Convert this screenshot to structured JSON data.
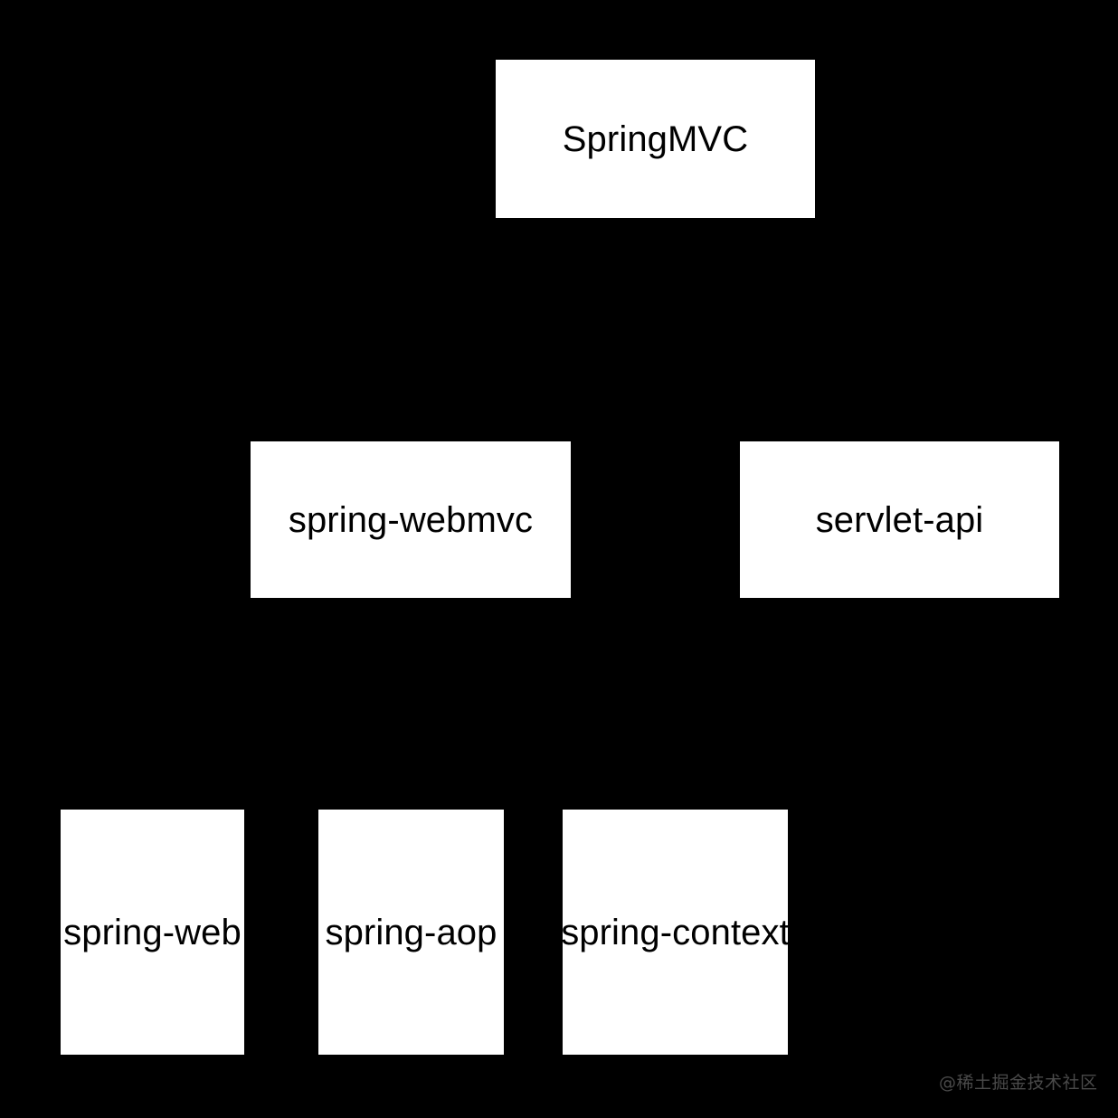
{
  "diagram": {
    "background_color": "#000000",
    "node_fill_color": "#ffffff",
    "node_text_color": "#000000",
    "edge_color": "#000000",
    "nodes": [
      {
        "id": "springmvc",
        "label": "SpringMVC",
        "row": 1
      },
      {
        "id": "spring-webmvc",
        "label": "spring-webmvc",
        "row": 2
      },
      {
        "id": "servlet-api",
        "label": "servlet-api",
        "row": 2
      },
      {
        "id": "spring-web",
        "label": "spring-web",
        "row": 3
      },
      {
        "id": "spring-aop",
        "label": "spring-aop",
        "row": 3
      },
      {
        "id": "spring-context",
        "label": "spring-context",
        "row": 3
      }
    ],
    "edges": [
      {
        "from": "springmvc",
        "to": "spring-webmvc"
      },
      {
        "from": "springmvc",
        "to": "servlet-api"
      },
      {
        "from": "spring-webmvc",
        "to": "spring-web"
      },
      {
        "from": "spring-webmvc",
        "to": "spring-aop"
      },
      {
        "from": "spring-webmvc",
        "to": "spring-context"
      }
    ]
  },
  "watermark": {
    "text": "@稀土掘金技术社区",
    "color": "#4a4a4a"
  }
}
